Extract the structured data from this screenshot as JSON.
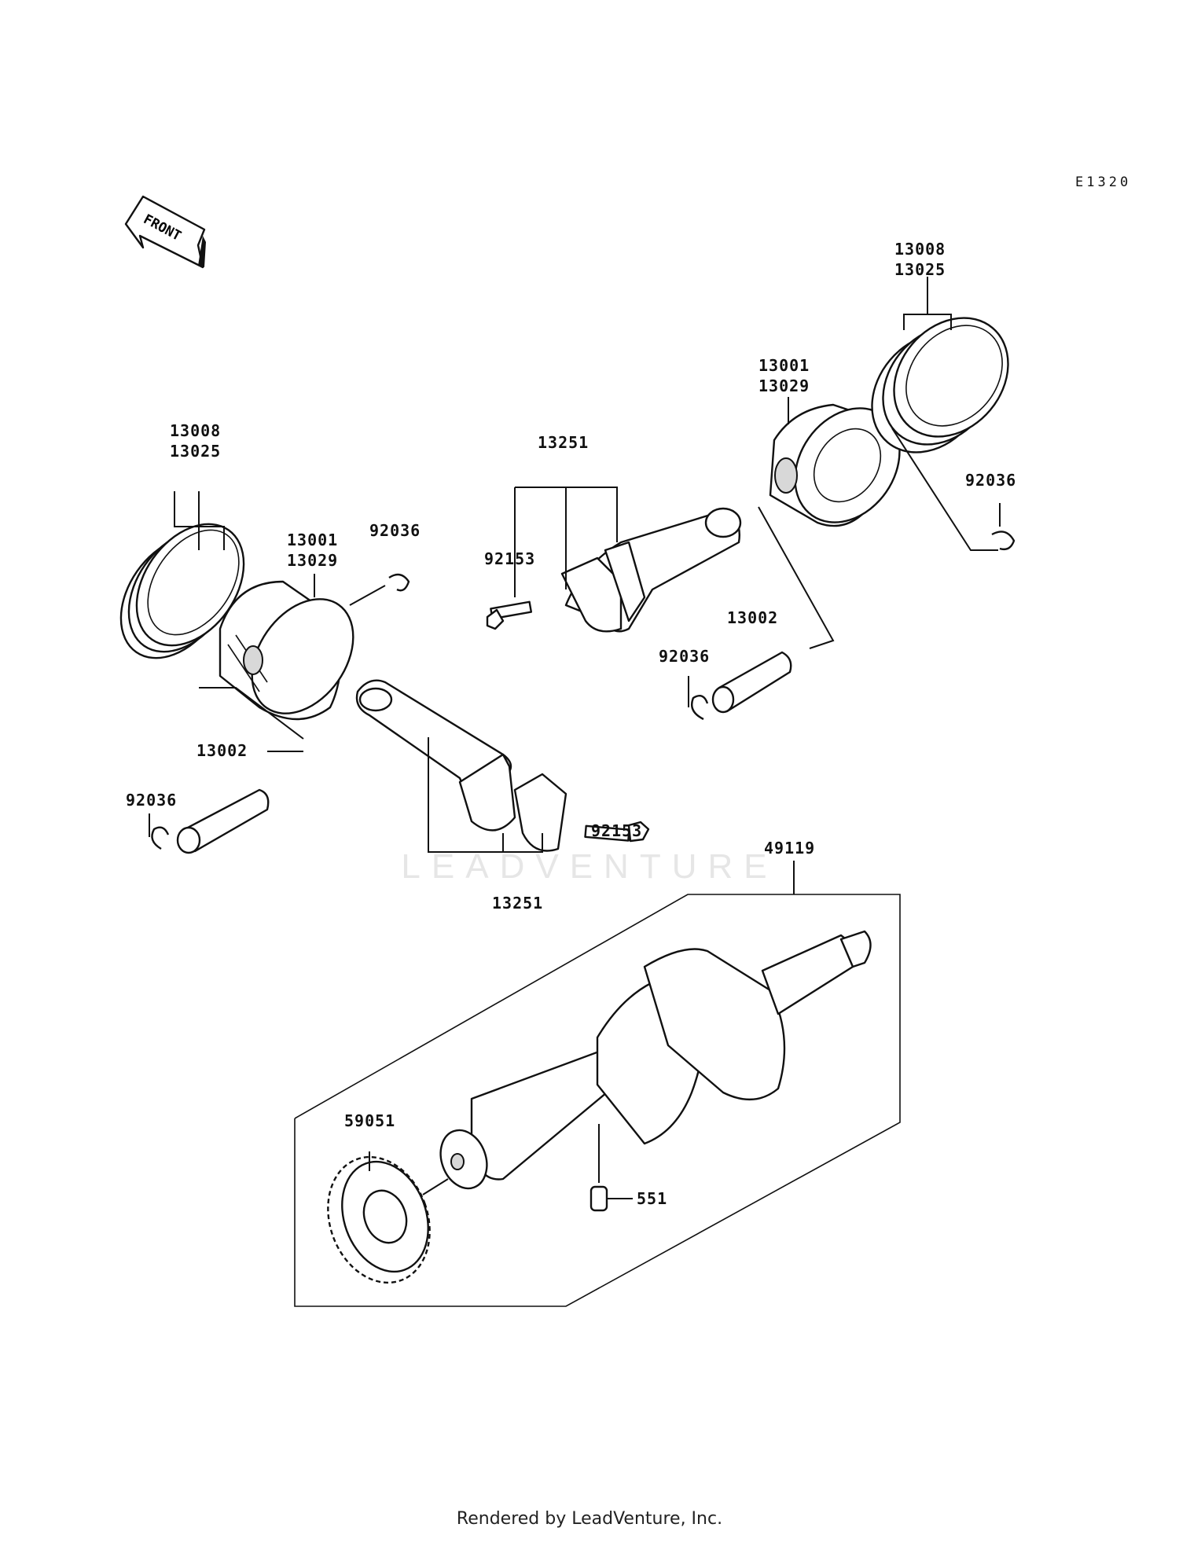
{
  "diagram": {
    "code": "E1320",
    "front_label": "FRONT",
    "watermark": "LEADVENTURE",
    "footer": "Rendered by LeadVenture, Inc."
  },
  "callouts": {
    "left_rings": "13008\n13025",
    "left_piston": "13001\n13029",
    "left_clip_top": "92036",
    "left_pin": "13002",
    "left_clip_bottom": "92036",
    "left_rod": "13251",
    "left_bolt": "92153",
    "right_rod": "13251",
    "right_bolt": "92153",
    "right_piston": "13001\n13029",
    "right_rings": "13008\n13025",
    "right_clip_top": "92036",
    "right_pin": "13002",
    "right_clip_bottom": "92036",
    "crankshaft": "49119",
    "gear": "59051",
    "key": "551"
  }
}
